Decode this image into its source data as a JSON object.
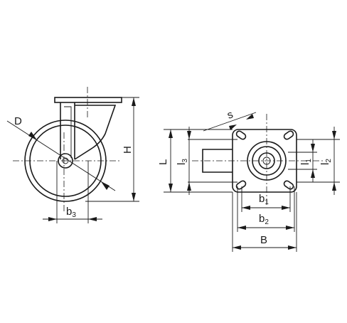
{
  "side_view": {
    "dimensions": {
      "diameter": "D",
      "height": "H",
      "width_base": "b",
      "width_sub": "3"
    }
  },
  "top_view": {
    "dimensions": {
      "length": "L",
      "l3_base": "l",
      "l3_sub": "3",
      "thread": "s",
      "l1_base": "l",
      "l1_sub": "1",
      "l2_base": "l",
      "l2_sub": "2",
      "b1_base": "b",
      "b1_sub": "1",
      "b2_base": "b",
      "b2_sub": "2",
      "width": "B"
    }
  },
  "colors": {
    "line": "#1a1a1a",
    "background": "#ffffff"
  }
}
